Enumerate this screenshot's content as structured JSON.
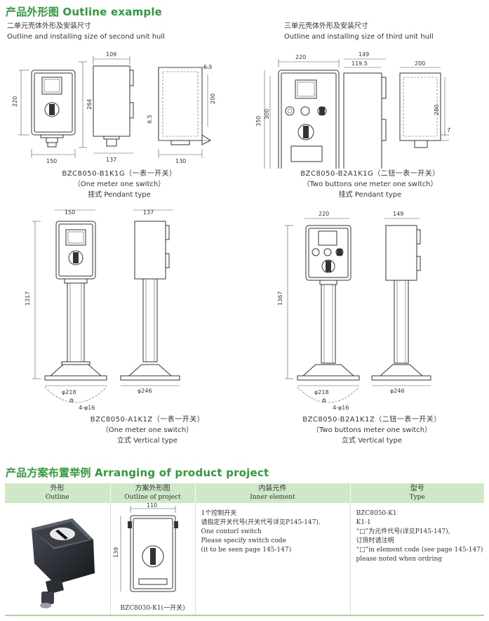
{
  "section1": {
    "title": "产品外形图 Outline example"
  },
  "group_left": {
    "subtitle_cn": "二单元壳体外形及安装尺寸",
    "subtitle_en": "Outline and installing size of second unit hull"
  },
  "group_right": {
    "subtitle_cn": "三单元壳体外形及安装尺寸",
    "subtitle_en": "Outline and installing size of third unit hull"
  },
  "figures": {
    "b1k1g": {
      "model": "BZC8050-B1K1G（一表一开关）",
      "desc": "（One meter one switch）",
      "type": "挂式 Pendant type",
      "dims": {
        "width": "150",
        "height_left": "220",
        "height_right": "264",
        "depth_top": "109",
        "depth_bottom": "137",
        "mount_w": "130",
        "mount_h": "200",
        "gap_top": "6.5",
        "gap_bottom": "6.5"
      }
    },
    "b2a1k1g": {
      "model": "BZC8050-B2A1K1G（二钮一表一开关）",
      "desc": "（Two buttons one meter one switch）",
      "type": "挂式 Pendant type",
      "dims": {
        "width": "220",
        "h_outer": "350",
        "h_inner": "300",
        "depth_top": "149",
        "depth_inner": "119.5",
        "side_w": "200",
        "side_h": "280",
        "gap": "7"
      }
    },
    "a1k1z": {
      "model": "BZC8050-A1K1Z（一表一开关）",
      "desc": "（One meter one switch）",
      "type": "立式 Vertical type",
      "dims": {
        "width": "150",
        "side_w": "137",
        "height": "1317",
        "base_d": "φ218",
        "base_side": "φ246",
        "holes": "4-φ16"
      }
    },
    "b2a1k1z": {
      "model": "BZC8050-B2A1K1Z（二钮一表一开关）",
      "desc": "（Two buttons meter one switch）",
      "type": "立式 Vertical type",
      "dims": {
        "width": "220",
        "side_w": "149",
        "height": "1367",
        "base_d": "φ218",
        "base_side": "φ246",
        "holes": "4-φ16"
      }
    }
  },
  "section2": {
    "title": "产品方案布置举例 Arranging of product project"
  },
  "table": {
    "headers": [
      {
        "cn": "外形",
        "en": "Outline"
      },
      {
        "cn": "方案外形图",
        "en": "Outline of project"
      },
      {
        "cn": "内装元件",
        "en": "Inner element"
      },
      {
        "cn": "型号",
        "en": "Type"
      }
    ],
    "project": {
      "dim_w": "110",
      "dim_h": "139",
      "caption": "BZC8030-K1(一开关)"
    },
    "inner": [
      "1个控制开关",
      "请指定开关代号(开关代号详见P145-147).",
      "One contorl switch",
      "Please specify switch code",
      "(it to be seen page 145-147)"
    ],
    "type_lines": [
      "BZC8050-K1",
      "K1-1",
      "“□”为元件代号(详见P145-147),",
      "订货时请注明",
      "“□”in element code (see page 145-147)",
      "please noted when ordring"
    ]
  }
}
